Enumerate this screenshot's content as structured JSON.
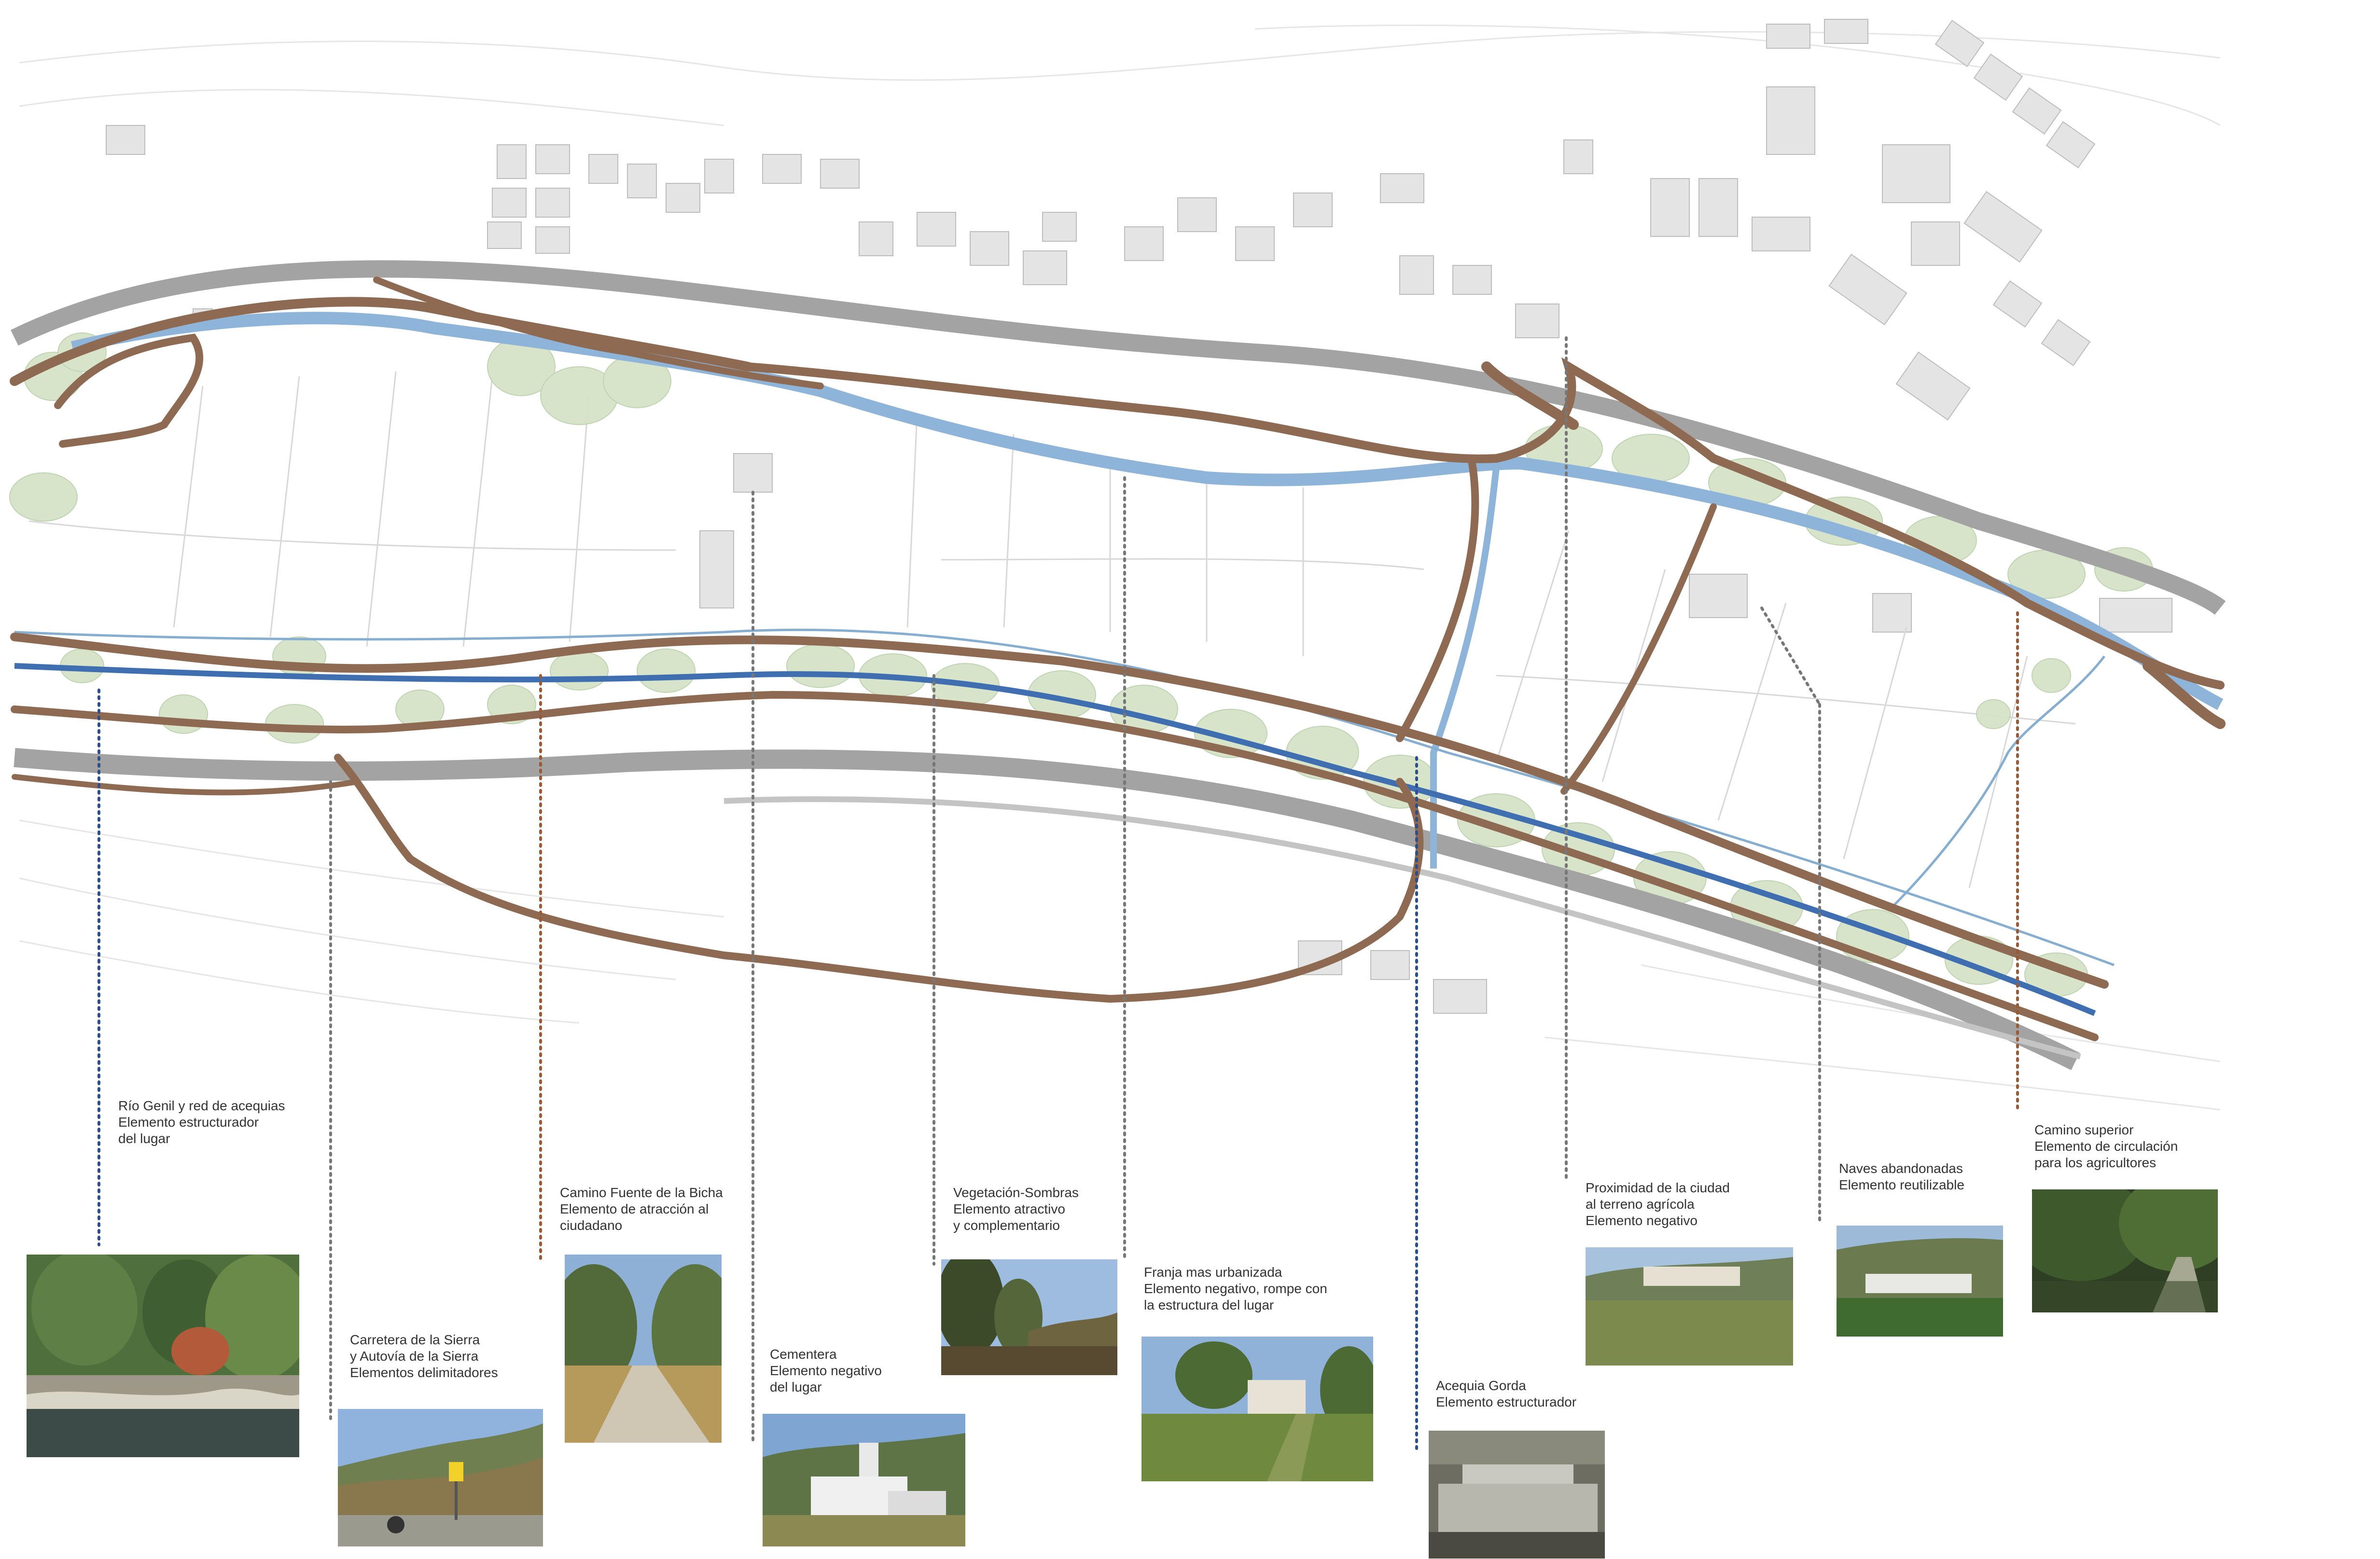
{
  "annotations": [
    {
      "id": "rio-genil",
      "lines": [
        "Río Genil y red de acequias",
        "Elemento estructurador",
        "del lugar"
      ],
      "color": "#2d4e8c"
    },
    {
      "id": "carretera",
      "lines": [
        "Carretera de la Sierra",
        "y Autovía de la Sierra",
        "Elementos delimitadores"
      ],
      "color": "#777777"
    },
    {
      "id": "camino-fuente",
      "lines": [
        "Camino Fuente de la Bicha",
        "Elemento de atracción al",
        "ciudadano"
      ],
      "color": "#9a5a35"
    },
    {
      "id": "cementera",
      "lines": [
        "Cementera",
        "Elemento negativo",
        "del lugar"
      ],
      "color": "#777777"
    },
    {
      "id": "vegetacion",
      "lines": [
        "Vegetación-Sombras",
        "Elemento atractivo",
        "y complementario"
      ],
      "color": "#777777"
    },
    {
      "id": "franja",
      "lines": [
        "Franja mas urbanizada",
        "Elemento negativo, rompe con",
        "la estructura del lugar"
      ],
      "color": "#777777"
    },
    {
      "id": "acequia",
      "lines": [
        "Acequia Gorda",
        "Elemento estructurador"
      ],
      "color": "#2d4e8c"
    },
    {
      "id": "proximidad",
      "lines": [
        "Proximidad de la ciudad",
        "al terreno agrícola",
        "Elemento negativo"
      ],
      "color": "#777777"
    },
    {
      "id": "naves",
      "lines": [
        "Naves abandonadas",
        "Elemento reutilizable"
      ],
      "color": "#777777"
    },
    {
      "id": "camino-superior",
      "lines": [
        "Camino superior",
        "Elemento de circulación",
        "para los agricultores"
      ],
      "color": "#9a5a35"
    }
  ],
  "colors": {
    "road": "#a3a3a3",
    "path": "#8f6a52",
    "river": "#8fb4d9",
    "acequia": "#3f6fb0",
    "vegetation": "#cfe0c2",
    "building": "#e2e2e2",
    "parcel": "#dcdcdc"
  }
}
